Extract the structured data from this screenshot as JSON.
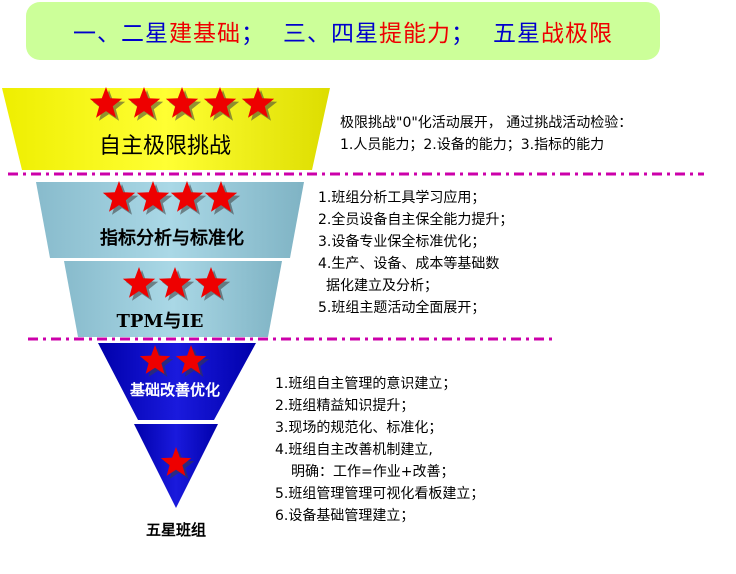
{
  "title": {
    "seg1_a": "一、二星",
    "seg1_b": "建基础",
    "seg1_c": "；",
    "seg2_a": "三、四星",
    "seg2_b": "提能力",
    "seg2_c": "；",
    "seg3_a": "五星",
    "seg3_b": "战极限"
  },
  "levels": [
    {
      "label": "自主极限挑战",
      "stars": 5
    },
    {
      "label": "指标分析与标准化",
      "stars": 4
    },
    {
      "label": "TPM与IE",
      "stars": 3
    },
    {
      "label": "基础改善优化",
      "stars": 2
    },
    {
      "label": "五星班组",
      "stars": 1
    }
  ],
  "descriptions": {
    "level5": [
      "极限挑战\"0\"化活动展开，  通过挑战活动检验：",
      "1.人员能力；2.设备的能力；3.指标的能力"
    ],
    "level34": [
      "1.班组分析工具学习应用；",
      "2.全员设备自主保全能力提升；",
      "3.设备专业保全标准优化；",
      "4.生产、设备、成本等基础数",
      "据化建立及分析；",
      "5.班组主题活动全面展开；"
    ],
    "level12": [
      "1.班组自主管理的意识建立；",
      "2.班组精益知识提升；",
      "3.现场的规范化、标准化；",
      "4.班组自主改善机制建立,",
      "明确：工作=作业+改善；",
      "5.班组管理管理可视化看板建立；",
      "6.设备基础管理建立；"
    ]
  },
  "colors": {
    "title_bg": "#ccff99",
    "title_blue": "#0000cc",
    "title_red": "#ee0000",
    "level_yellow": "#ffff00",
    "level_teal": "#99ccdd",
    "level_blue": "#0000cc",
    "star": "#ee0000",
    "divider": "#cc00aa"
  }
}
